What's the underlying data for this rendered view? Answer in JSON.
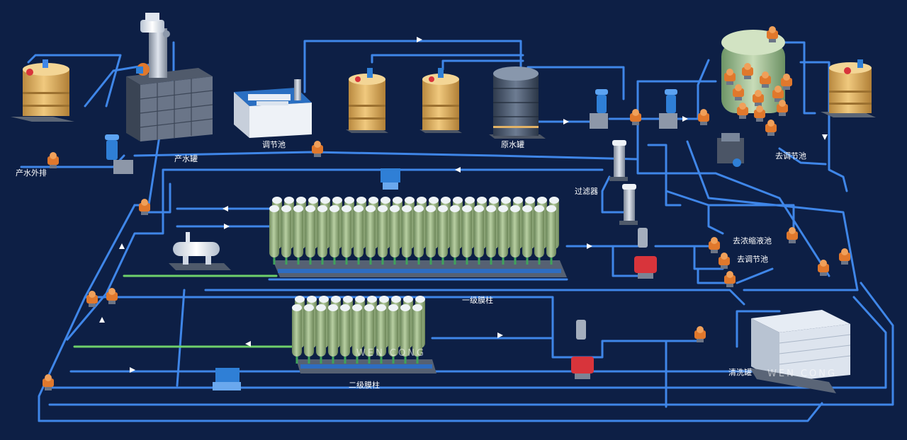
{
  "labels": {
    "product_discharge": "产水外排",
    "product_tank": "产水罐",
    "regulating_pool": "调节池",
    "raw_water_tank": "原水罐",
    "to_regulating_pool_top": "去调节池",
    "filter": "过滤器",
    "to_concentrate_pool": "去浓缩液池",
    "to_regulating_pool_mid": "去调节池",
    "stage1_membrane": "一级膜柱",
    "stage2_membrane": "二级膜柱",
    "cleaning_tank": "清洗罐"
  },
  "watermarks": {
    "stage2": "WEN CONG",
    "cleaning": "WEN CONG"
  },
  "colors": {
    "background": "#0d1f45",
    "pipe": "#3f86e8",
    "pipe_green": "#6fd06a",
    "membrane": "#9fb78a",
    "dosing_tank": "#e3b366",
    "valve": "#e0782c",
    "motor": "#d8343b",
    "pump_blue": "#2f7fd6"
  }
}
